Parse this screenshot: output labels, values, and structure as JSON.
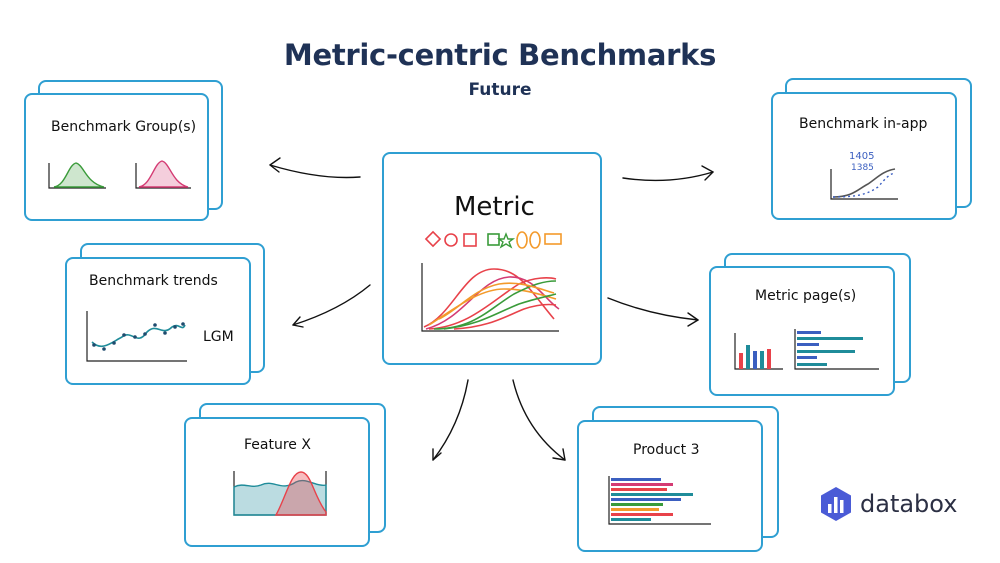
{
  "title": "Metric-centric Benchmarks",
  "subtitle": "Future",
  "center": {
    "label": "Metric"
  },
  "cards": {
    "benchmark_group": "Benchmark Group(s)",
    "benchmark_trends": "Benchmark trends",
    "trends_annotation": "LGM",
    "feature": "Feature X",
    "benchmark_in_app": "Benchmark in-app",
    "in_app_numbers": [
      "1405",
      "1385"
    ],
    "metric_pages": "Metric page(s)",
    "product": "Product 3"
  },
  "logo": {
    "name": "databox"
  },
  "colors": {
    "card_border": "#2f9fd2",
    "title": "#1f3256",
    "red": "#e8424a",
    "green": "#3a9b3a",
    "orange": "#f39a2b",
    "teal": "#1f8c9a",
    "pink": "#d43b73",
    "logo_blue": "#4a5bd6"
  },
  "icons": [
    "diamond-icon",
    "circle-icon",
    "square-icon",
    "square-icon",
    "star-icon",
    "oval-icon",
    "rectangle-icon"
  ]
}
